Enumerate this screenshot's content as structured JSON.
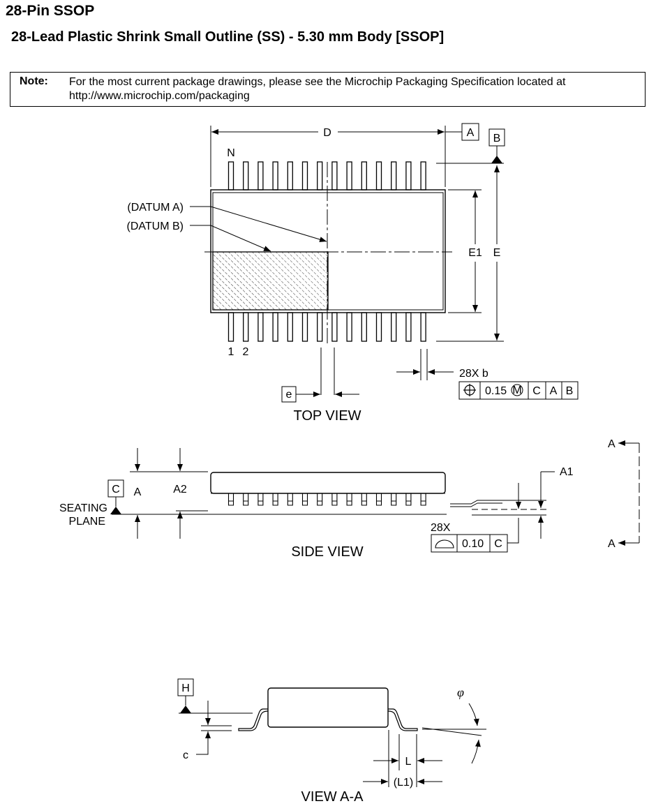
{
  "header": {
    "title": "28-Pin SSOP",
    "subtitle": "28-Lead Plastic Shrink Small Outline (SS) - 5.30 mm Body [SSOP]"
  },
  "note": {
    "label": "Note:",
    "line1": "For the most current package drawings, please see the Microchip Packaging Specification located at",
    "line2": "http://www.microchip.com/packaging"
  },
  "top_view": {
    "caption": "TOP VIEW",
    "dim_D": "D",
    "datum_A_box": "A",
    "datum_B_box": "B",
    "pin_N": "N",
    "pin_1": "1",
    "pin_2": "2",
    "datum_a_label": "(DATUM A)",
    "datum_b_label": "(DATUM B)",
    "dim_E1": "E1",
    "dim_E": "E",
    "lead_width": "28X b",
    "pitch_box": "e",
    "fcf": {
      "position": "⌖",
      "tolerance": "0.15",
      "modifier": "M",
      "ref1": "C",
      "ref2": "A",
      "ref3": "B"
    }
  },
  "side_view": {
    "caption": "SIDE VIEW",
    "datum_C_box": "C",
    "dim_A": "A",
    "dim_A2": "A2",
    "seating_line1": "SEATING",
    "seating_line2": "PLANE",
    "dim_A1": "A1",
    "coplanarity_count": "28X",
    "fcf": {
      "symbol": "⌓",
      "tolerance": "0.10",
      "ref": "C"
    },
    "section_top": "A",
    "section_bottom": "A"
  },
  "view_aa": {
    "caption": "VIEW A-A",
    "datum_H_box": "H",
    "dim_c": "c",
    "dim_L": "L",
    "dim_L1": "(L1)",
    "angle_phi": "φ"
  }
}
